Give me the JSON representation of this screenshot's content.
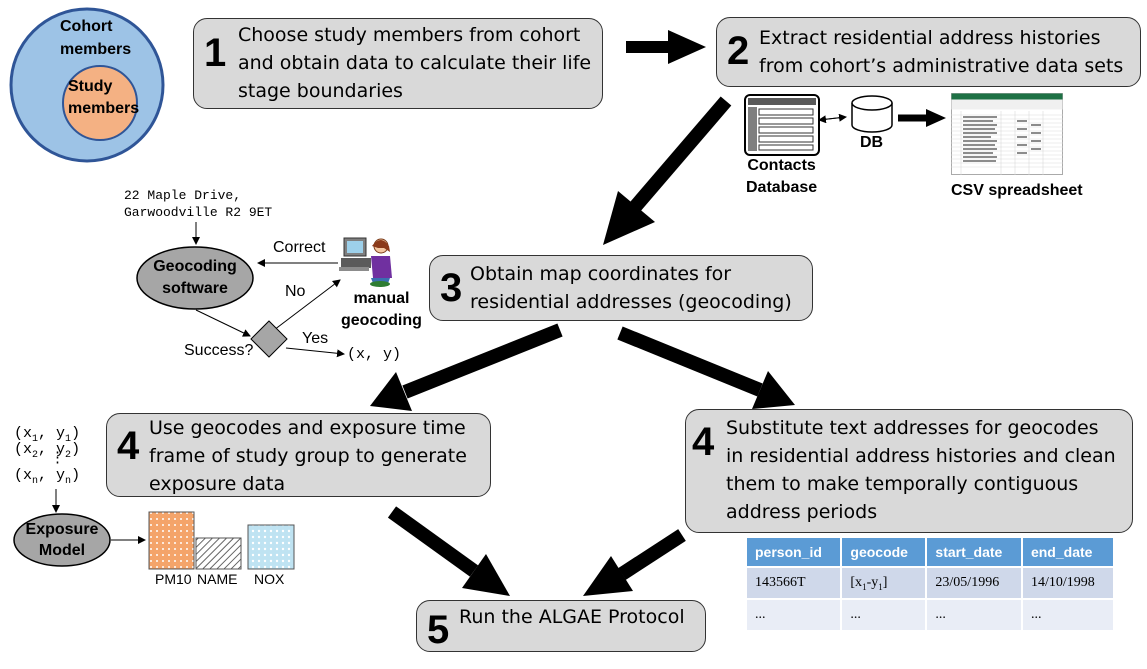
{
  "venn": {
    "outer_label": "Cohort\nmembers",
    "inner_label": "Study\nmembers"
  },
  "steps": [
    {
      "num": "1",
      "text": "Choose study members from cohort\nand obtain data to calculate their life\nstage boundaries"
    },
    {
      "num": "2",
      "text": "Extract residential address histories\nfrom cohort’s administrative data sets"
    },
    {
      "num": "3",
      "text": "Obtain map coordinates for\nresidential addresses (geocoding)"
    },
    {
      "num": "4",
      "text": "Use geocodes and exposure time\nframe of study group to generate\nexposure data"
    },
    {
      "num": "4",
      "text": "Substitute text addresses for geocodes\nin residential address histories and clean\nthem to make temporally contiguous\naddress periods"
    },
    {
      "num": "5",
      "text": "Run the ALGAE Protocol"
    }
  ],
  "extraction": {
    "contacts_label": "Contacts\nDatabase",
    "db_label": "DB",
    "csv_label": "CSV spreadsheet"
  },
  "geocoding": {
    "address": "22 Maple Drive,\nGarwoodville R2 9ET",
    "software_label": "Geocoding\nsoftware",
    "correct_label": "Correct",
    "no_label": "No",
    "yes_label": "Yes",
    "success_label": "Success?",
    "manual_label": "manual\ngeocoding",
    "output": "(x, y)"
  },
  "exposure": {
    "coords": [
      "(x1, y1)",
      "(x2, y2)",
      "(xn, yn)"
    ],
    "model_label": "Exposure\nModel",
    "surfaces": [
      "PM10",
      "NAME",
      "NOX"
    ]
  },
  "table": {
    "headers": [
      "person_id",
      "geocode",
      "start_date",
      "end_date"
    ],
    "rows": [
      [
        "143566T",
        "[x1-y1]",
        "23/05/1996",
        "14/10/1998"
      ],
      [
        "...",
        "...",
        "...",
        "..."
      ]
    ]
  },
  "colors": {
    "box_fill": "#d9d9d9",
    "venn_outer": "#9dc3e6",
    "venn_inner": "#f4b183",
    "oval": "#a6a6a6",
    "table_header": "#5b9bd5"
  }
}
